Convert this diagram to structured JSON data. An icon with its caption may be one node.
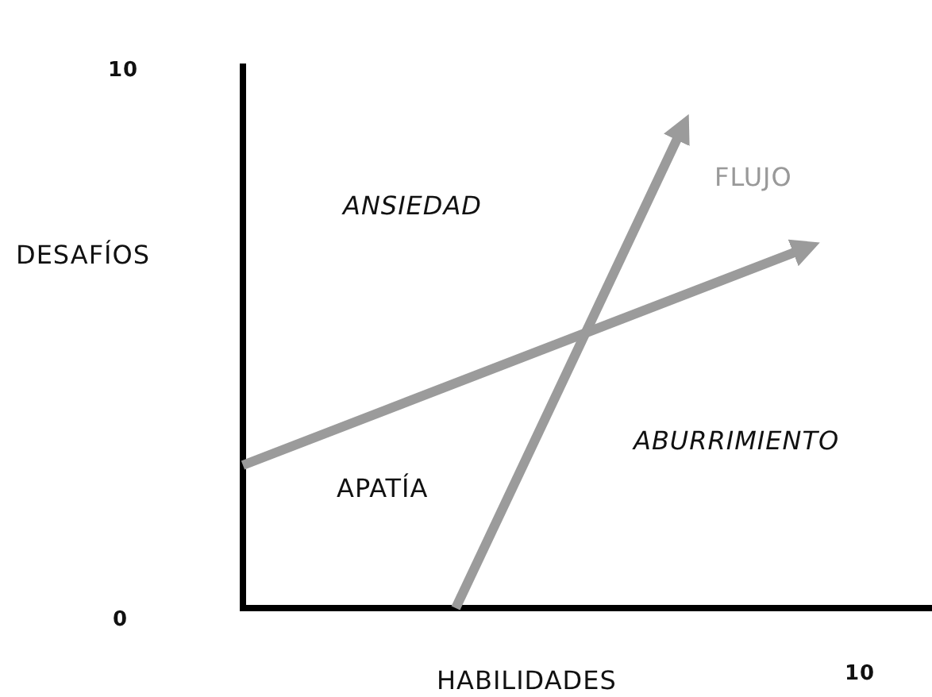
{
  "diagram": {
    "labels": [
      "10",
      "DESAFÍOS",
      "ANSIEDAD",
      "FLUJO",
      "APATÍA",
      "ABURRIMIENTO",
      "0",
      "HABILIDADES",
      "10"
    ]
  }
}
